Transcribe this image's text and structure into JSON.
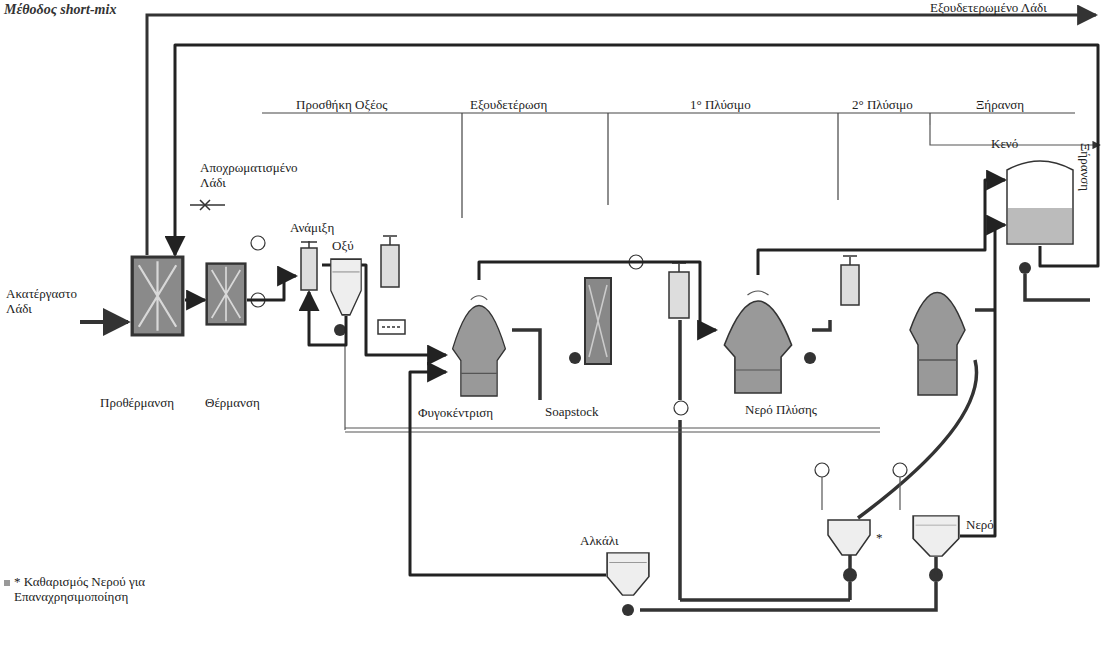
{
  "diagram": {
    "title": "Μέθοδος short-mix",
    "nodes": [
      {
        "text": [
          "Προθέρμανση"
        ]
      },
      {
        "text": [
          "Θέρμανση"
        ]
      },
      {
        "text": [
          "Ανάμιξη"
        ]
      },
      {
        "text": [
          "Οξύ"
        ]
      },
      {
        "text": [
          "Φυγοκέντριση"
        ]
      },
      {
        "text": [
          "Νερό Πλύσης"
        ]
      },
      {
        "text": [
          "Κενό",
          "Ξήρανση"
        ]
      },
      {
        "text": [
          "Αλκάλι"
        ]
      },
      {
        "text": [
          "Νερό"
        ]
      }
    ],
    "edges": [
      {
        "from": 0,
        "to": 1,
        "arrow": "to"
      },
      {
        "from": 1,
        "to": 2,
        "arrow": "to"
      },
      {
        "from": 3,
        "to": 2,
        "arrow": "to"
      },
      {
        "from": 2,
        "to": 4,
        "arrow": "to"
      },
      {
        "from": 7,
        "to": 4,
        "arrow": "to"
      },
      {
        "from": 4,
        "to": 5,
        "arrow": "to"
      },
      {
        "from": 5,
        "to": 6,
        "arrow": "to"
      },
      {
        "from": 6,
        "to": 0,
        "arrow": "to"
      },
      {
        "from": 8,
        "to": 6,
        "arrow": "to"
      }
    ],
    "labels": [
      "Εξουδετερωμένο Λάδι",
      "Προσθήκη Οξέος",
      "Εξουδετέρωση",
      "1° Πλύσιμο",
      "2° Πλύσιμο",
      "Ξήρανση",
      "Αποχρωματισμένο Λάδι",
      "Ακατέργαστο Λάδι",
      "Soapstock",
      "*",
      "* Καθαρισμός Νερού για Επαναχρησιμοποίηση"
    ]
  }
}
